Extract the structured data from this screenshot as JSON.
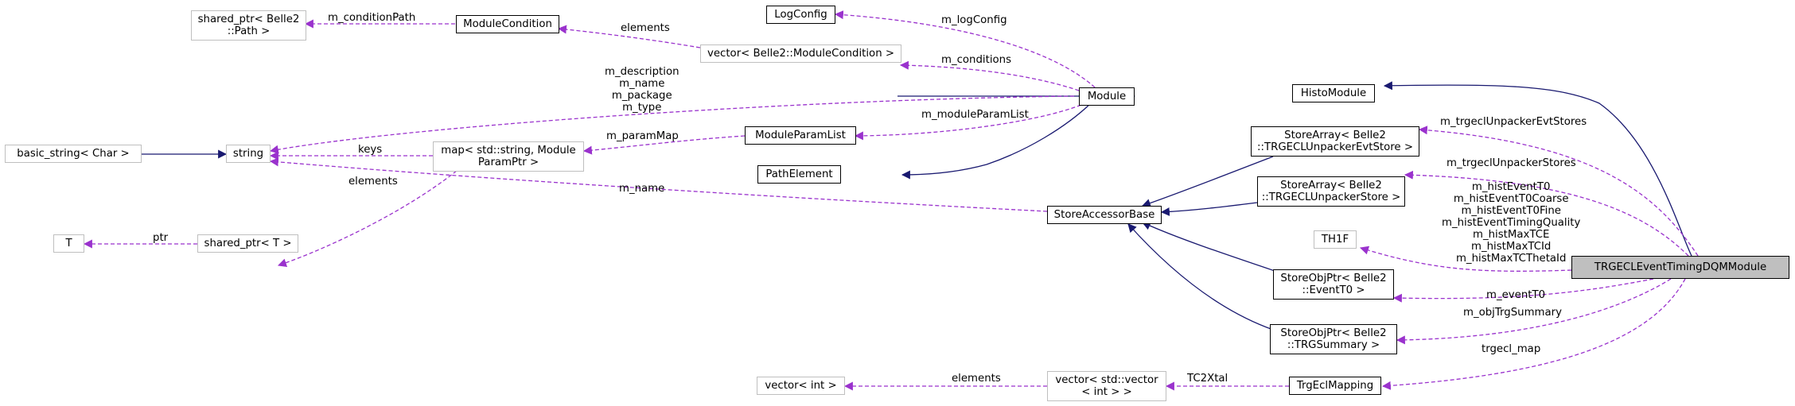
{
  "colors": {
    "inherit": "#191970",
    "usage": "#9a32cd",
    "focus_fill": "#bfbfbf",
    "gray_border": "#bfbfbf"
  },
  "nodes": {
    "shared_path": [
      "shared_ptr< Belle2",
      "::Path >"
    ],
    "module_condition": [
      "ModuleCondition"
    ],
    "log_config": [
      "LogConfig"
    ],
    "vector_module_condition": [
      "vector< Belle2::ModuleCondition >"
    ],
    "module": [
      "Module"
    ],
    "histo_module": [
      "HistoModule"
    ],
    "basic_string": [
      "basic_string< Char >"
    ],
    "string": [
      "string"
    ],
    "map_param": [
      "map< std::string, Module",
      "ParamPtr >"
    ],
    "module_param_list": [
      "ModuleParamList"
    ],
    "path_element": [
      "PathElement"
    ],
    "store_array_evt": [
      "StoreArray< Belle2",
      "::TRGECLUnpackerEvtStore >"
    ],
    "store_array_store": [
      "StoreArray< Belle2",
      "::TRGECLUnpackerStore >"
    ],
    "store_accessor_base": [
      "StoreAccessorBase"
    ],
    "t": [
      "T"
    ],
    "shared_t": [
      "shared_ptr< T >"
    ],
    "th1f": [
      "TH1F"
    ],
    "main": [
      "TRGECLEventTimingDQMModule"
    ],
    "store_obj_eventt0": [
      "StoreObjPtr< Belle2",
      "::EventT0 >"
    ],
    "store_obj_trgsummary": [
      "StoreObjPtr< Belle2",
      "::TRGSummary >"
    ],
    "vector_int": [
      "vector< int >"
    ],
    "vector_vector_int": [
      "vector< std::vector",
      "< int > >"
    ],
    "trg_ecl_mapping": [
      "TrgEclMapping"
    ]
  },
  "edge_labels": {
    "m_conditionPath": [
      "m_conditionPath"
    ],
    "elements_top": [
      "elements"
    ],
    "m_logConfig": [
      "m_logConfig"
    ],
    "m_conditions": [
      "m_conditions"
    ],
    "string_members": [
      "m_description",
      "m_name",
      "m_package",
      "m_type"
    ],
    "m_paramMap": [
      "m_paramMap"
    ],
    "m_moduleParamList": [
      "m_moduleParamList"
    ],
    "keys": [
      "keys"
    ],
    "elements_mid": [
      "elements"
    ],
    "m_name_sab": [
      "m_name"
    ],
    "ptr": [
      "ptr"
    ],
    "m_trgeclUnpackerEvtStores": [
      "m_trgeclUnpackerEvtStores"
    ],
    "m_trgeclUnpackerStores": [
      "m_trgeclUnpackerStores"
    ],
    "hist_members": [
      "m_histEventT0",
      "m_histEventT0Coarse",
      "m_histEventT0Fine",
      "m_histEventTimingQuality",
      "m_histMaxTCE",
      "m_histMaxTCId",
      "m_histMaxTCThetaId"
    ],
    "m_eventT0": [
      "m_eventT0"
    ],
    "m_objTrgSummary": [
      "m_objTrgSummary"
    ],
    "trgecl_map": [
      "trgecl_map"
    ],
    "elements_bottom": [
      "elements"
    ],
    "tc2xtal": [
      "TC2Xtal"
    ]
  }
}
